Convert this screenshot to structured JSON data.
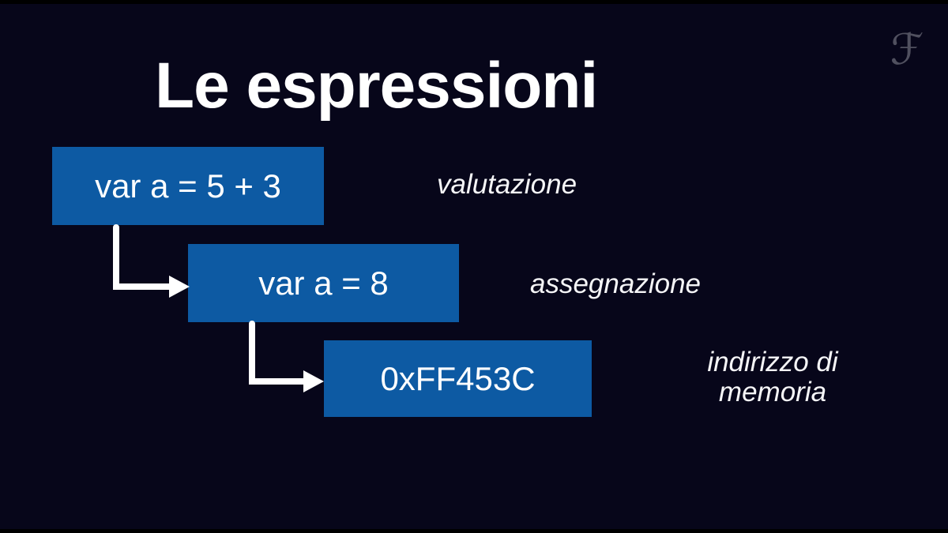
{
  "title": "Le espressioni",
  "logo_glyph": "ℱ",
  "boxes": [
    {
      "text": "var a = 5 + 3",
      "label": "valutazione"
    },
    {
      "text": "var a = 8",
      "label": "assegnazione"
    },
    {
      "text": "0xFF453C",
      "label": "indirizzo di memoria"
    }
  ],
  "icons": {
    "logo": "script-f-icon",
    "arrows": "elbow-arrow-icon"
  },
  "colors": {
    "background": "#07061a",
    "letterbox": "#000000",
    "box-blue": "#0d5aa3",
    "text-white": "#ffffff",
    "label-white": "#f5f5f7",
    "logo-gray": "#50505f",
    "arrow-white": "#ffffff"
  }
}
